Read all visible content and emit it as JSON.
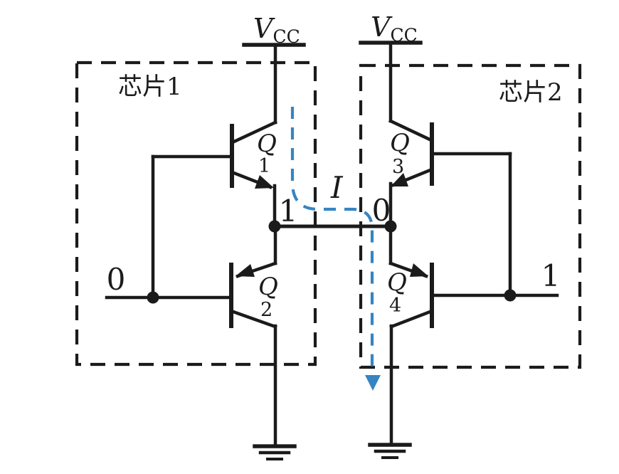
{
  "figure": {
    "type": "circuit-diagram",
    "description": "Two logic-chip totem-pole outputs wired together; contention current I flows from chip 1 output (logic 1) into chip 2 output (logic 0)"
  },
  "colors": {
    "wire": "#1b1b1b",
    "current_path": "#3585c2",
    "background": "#ffffff"
  },
  "power": {
    "left": {
      "symbol": "V",
      "subscript": "CC"
    },
    "right": {
      "symbol": "V",
      "subscript": "CC"
    }
  },
  "chips": [
    {
      "label": "芯片1",
      "input_label": "0",
      "output_node_label": "1",
      "transistors": [
        {
          "letter": "Q",
          "number": "1"
        },
        {
          "letter": "Q",
          "number": "2"
        }
      ]
    },
    {
      "label": "芯片2",
      "input_label": "1",
      "output_node_label": "0",
      "transistors": [
        {
          "letter": "Q",
          "number": "3"
        },
        {
          "letter": "Q",
          "number": "4"
        }
      ]
    }
  ],
  "current": {
    "label": "I"
  }
}
